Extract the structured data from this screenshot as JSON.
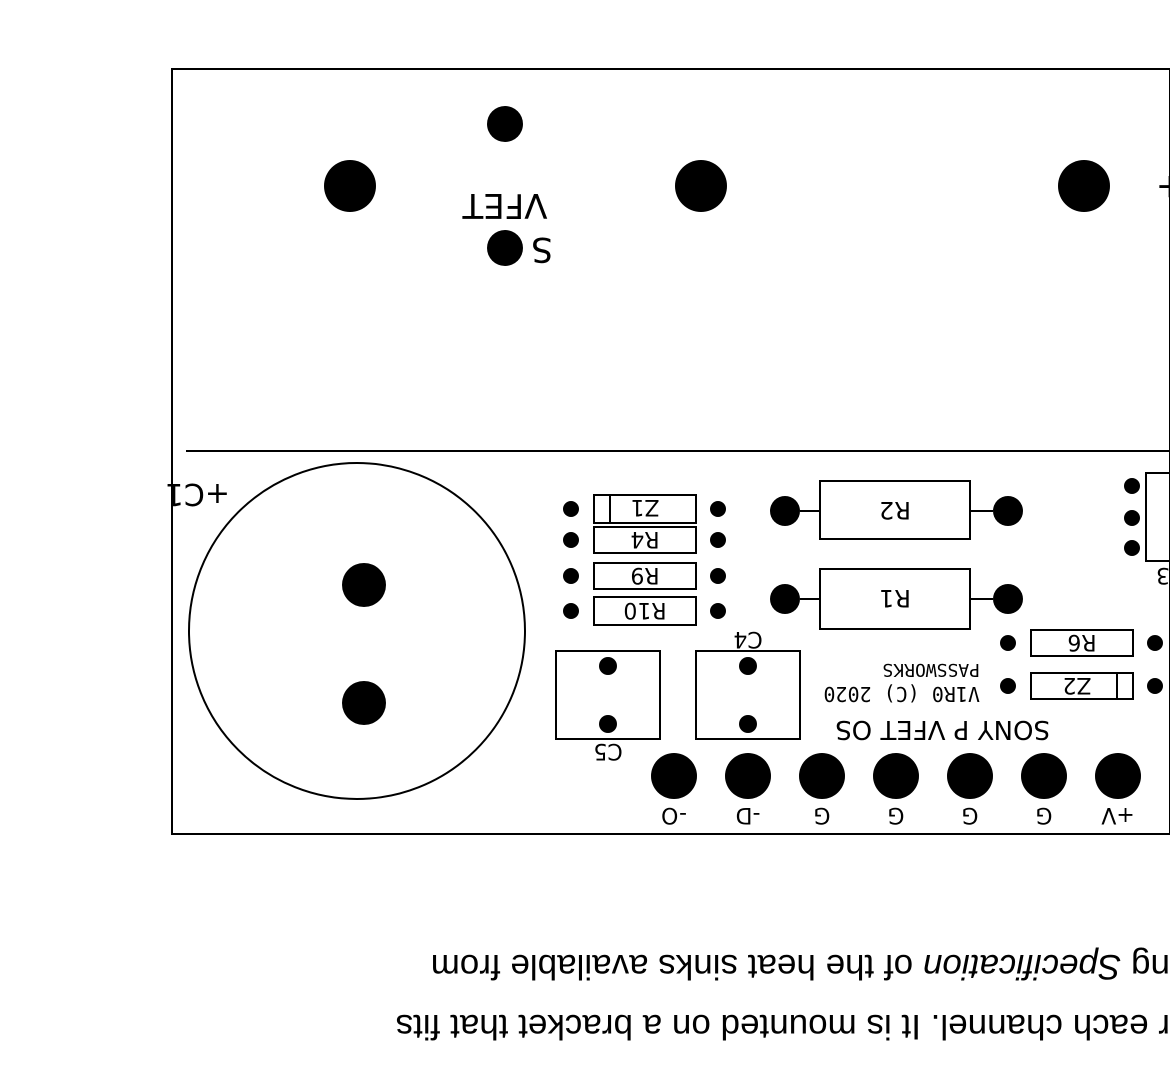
{
  "board": {
    "transistor_label": "VFET",
    "source_label": "S",
    "polarity_mark": "+",
    "cap_c1_label": "+C1",
    "resistors": [
      "Z1",
      "R4",
      "R9",
      "R10"
    ],
    "r2": "R2",
    "r1": "R1",
    "r6": "R6",
    "z2": "Z2",
    "r3_partial": "3",
    "c4": "C4",
    "c5": "C5",
    "title": "SONY P VFET OS",
    "version": "V1R0 (C) 2020",
    "maker": "PASSWORKS",
    "pads": [
      "-O",
      "-D",
      "G",
      "G",
      "G",
      "G",
      "+V"
    ]
  },
  "caption": {
    "line1": "r each channel.  It is mounted on a bracket that fits",
    "line2_prefix": "ng ",
    "line2_italic": "Specification",
    "line2_rest": " of the heat sinks available from"
  }
}
